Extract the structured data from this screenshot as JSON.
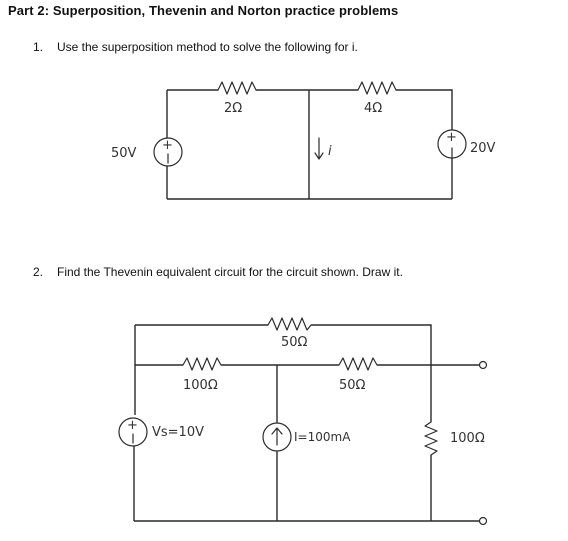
{
  "heading": "Part 2: Superposition, Thevenin and Norton practice problems",
  "questions": [
    {
      "number": "1.",
      "text": "Use the superposition method to solve the following for i."
    },
    {
      "number": "2.",
      "text": "Find the Thevenin equivalent circuit for the circuit shown. Draw it."
    }
  ],
  "circuit1": {
    "resistor_left": "2Ω",
    "resistor_right": "4Ω",
    "source_left": "50V",
    "source_right": "20V",
    "current_label": "i",
    "source_left_plus": "+",
    "source_right_plus": "+"
  },
  "circuit2": {
    "resistor_top": "50Ω",
    "resistor_left": "100Ω",
    "resistor_middle": "50Ω",
    "resistor_right": "100Ω",
    "voltage_source": "Vs=10V",
    "current_source": "I=100mA",
    "source_plus": "+"
  }
}
